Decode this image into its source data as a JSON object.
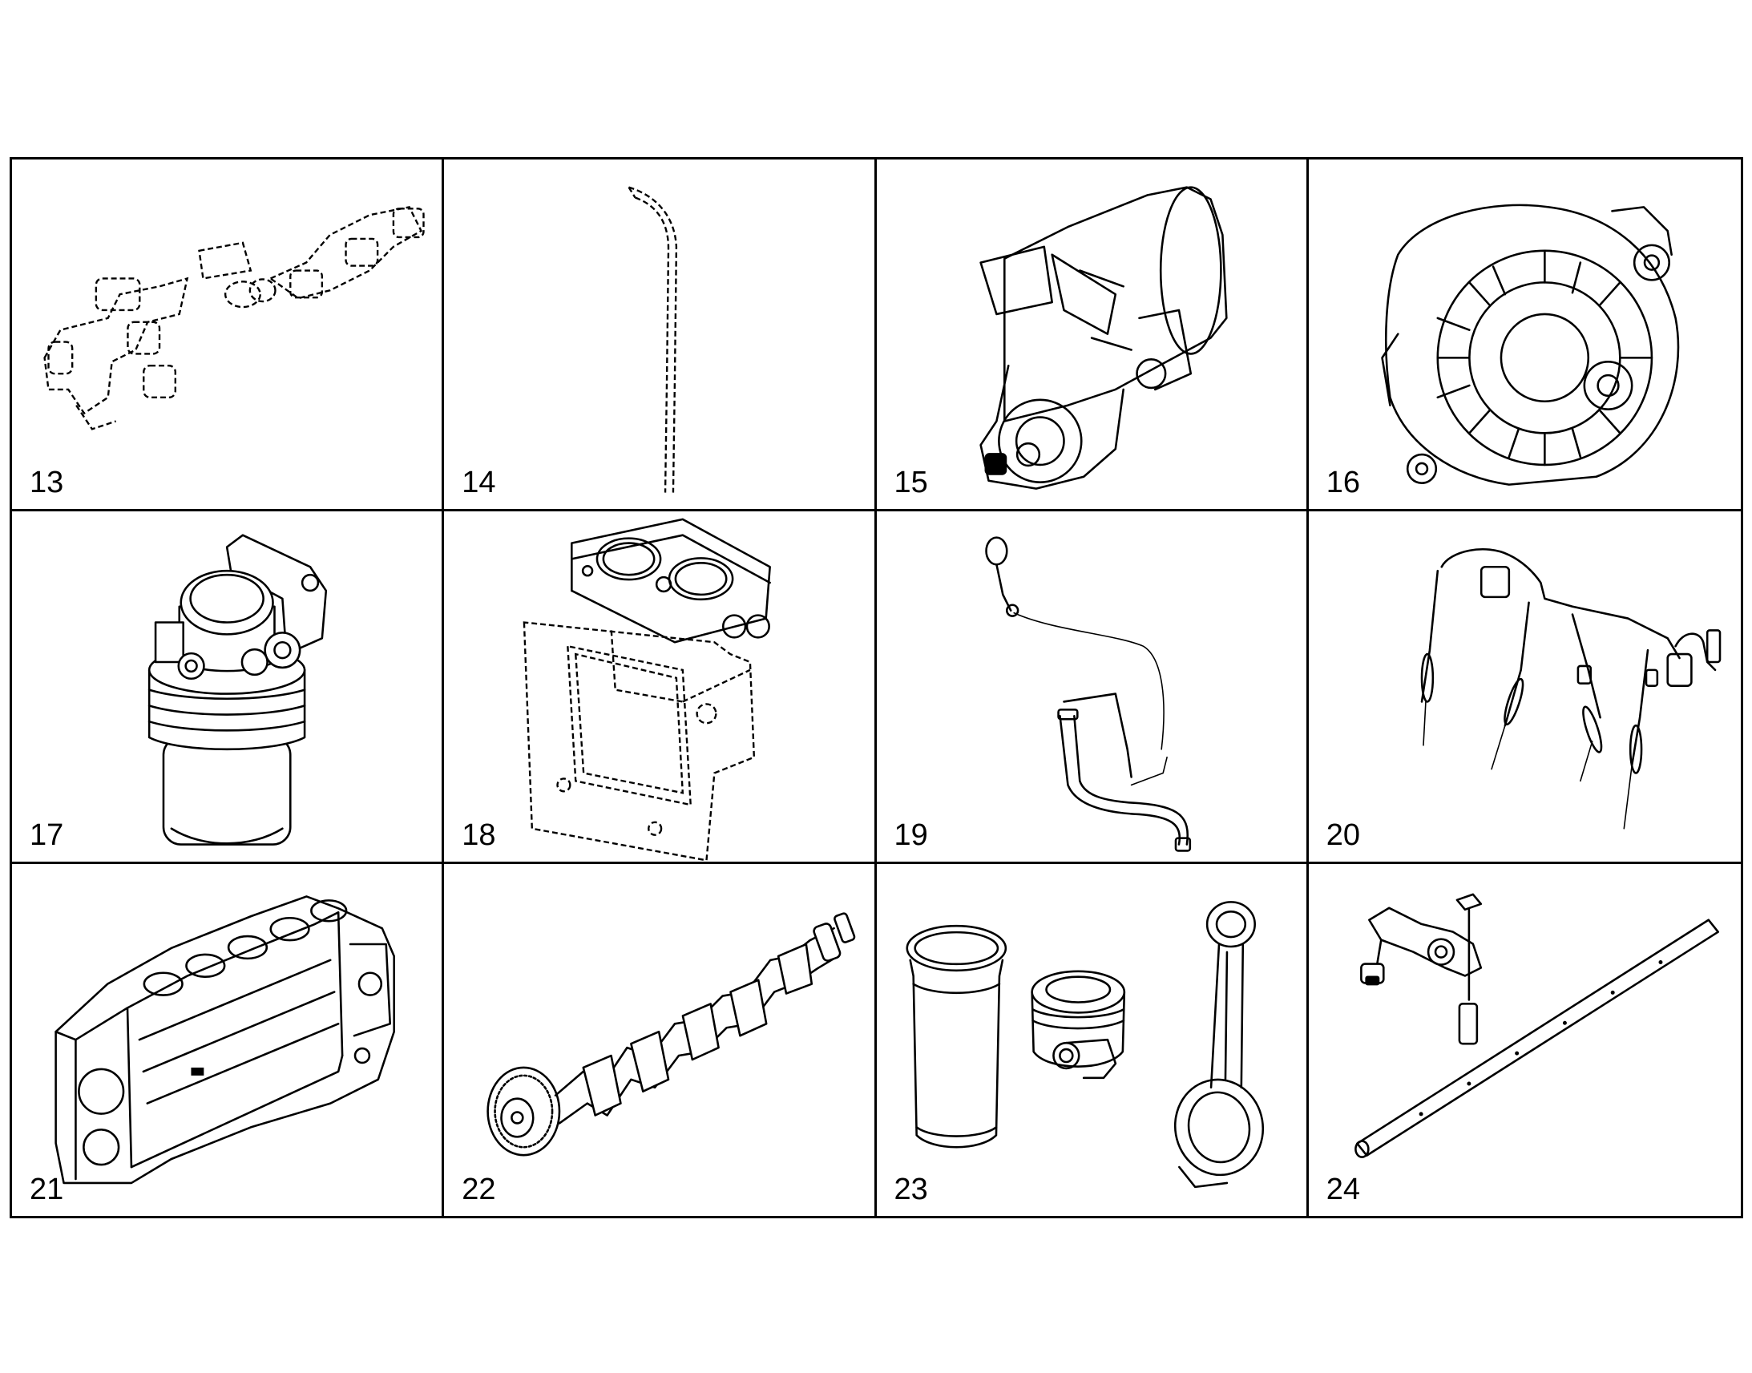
{
  "parts": [
    {
      "number": "13",
      "icon": "exhaust-manifold-icon"
    },
    {
      "number": "14",
      "icon": "dipstick-tube-icon"
    },
    {
      "number": "15",
      "icon": "starter-motor-icon"
    },
    {
      "number": "16",
      "icon": "alternator-icon"
    },
    {
      "number": "17",
      "icon": "fuel-filter-icon"
    },
    {
      "number": "18",
      "icon": "gasket-housing-icon"
    },
    {
      "number": "19",
      "icon": "sensor-cable-icon"
    },
    {
      "number": "20",
      "icon": "glow-plug-harness-icon"
    },
    {
      "number": "21",
      "icon": "engine-block-icon"
    },
    {
      "number": "22",
      "icon": "crankshaft-icon"
    },
    {
      "number": "23",
      "icon": "liner-piston-conrod-icon"
    },
    {
      "number": "24",
      "icon": "rocker-shaft-icon"
    }
  ]
}
